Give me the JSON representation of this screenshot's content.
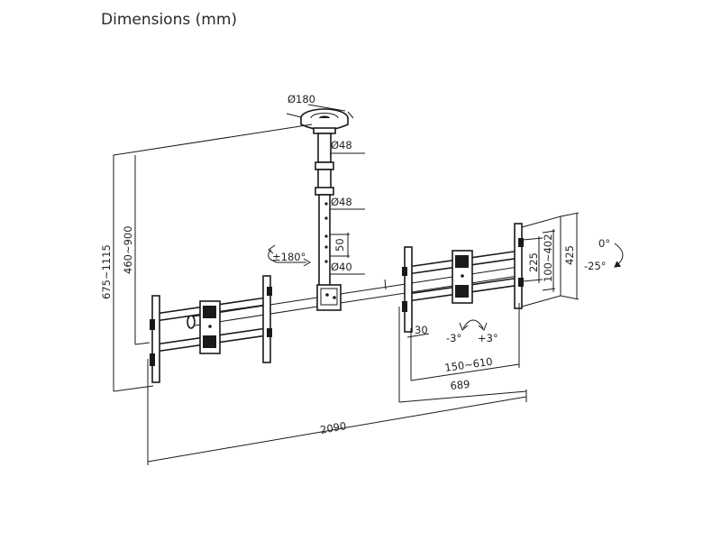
{
  "title": "Dimensions (mm)",
  "labels": {
    "plate_diameter": "Ø180",
    "pole_upper_diameter": "Ø48",
    "pole_lower_diameter": "Ø48",
    "hole_spacing": "50",
    "rotation": "±180°",
    "clamp_diameter": "Ø40",
    "overall_height": "675~1115",
    "pole_height": "460~900",
    "total_width": "2090",
    "tilt_top": "0°",
    "tilt_bottom": "-25°",
    "panel_height": "425",
    "vesa_vertical": "100~402",
    "bracket_height": "225",
    "offset": "30",
    "level_left": "-3°",
    "level_right": "+3°",
    "vesa_horizontal": "150~610",
    "bracket_width": "689"
  },
  "icons": {
    "rotation": "curved-double-arrow-icon",
    "tilt": "curved-arrow-icon",
    "level": "curved-double-arrow-icon"
  }
}
